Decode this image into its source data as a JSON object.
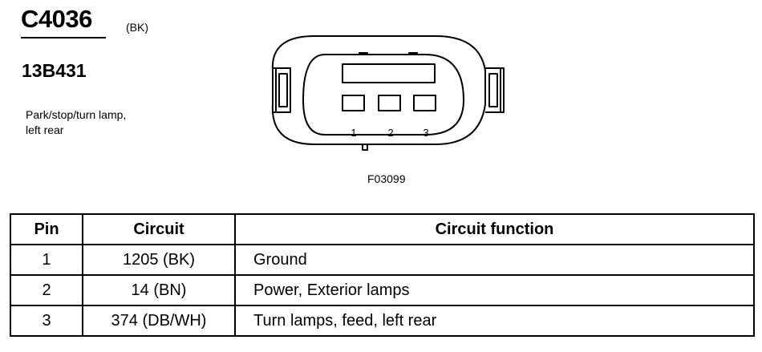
{
  "connector": {
    "id": "C4036",
    "color": "(BK)",
    "part_number": "13B431",
    "description": "Park/stop/turn lamp,\nleft rear"
  },
  "diagram": {
    "figure_code": "F03099",
    "pin_labels": [
      "1",
      "2",
      "3"
    ]
  },
  "table": {
    "headers": {
      "pin": "Pin",
      "circuit": "Circuit",
      "function": "Circuit function"
    },
    "rows": [
      {
        "pin": "1",
        "circuit": "1205 (BK)",
        "function": "Ground"
      },
      {
        "pin": "2",
        "circuit": "14 (BN)",
        "function": "Power, Exterior lamps"
      },
      {
        "pin": "3",
        "circuit": "374 (DB/WH)",
        "function": "Turn lamps, feed, left rear"
      }
    ]
  }
}
